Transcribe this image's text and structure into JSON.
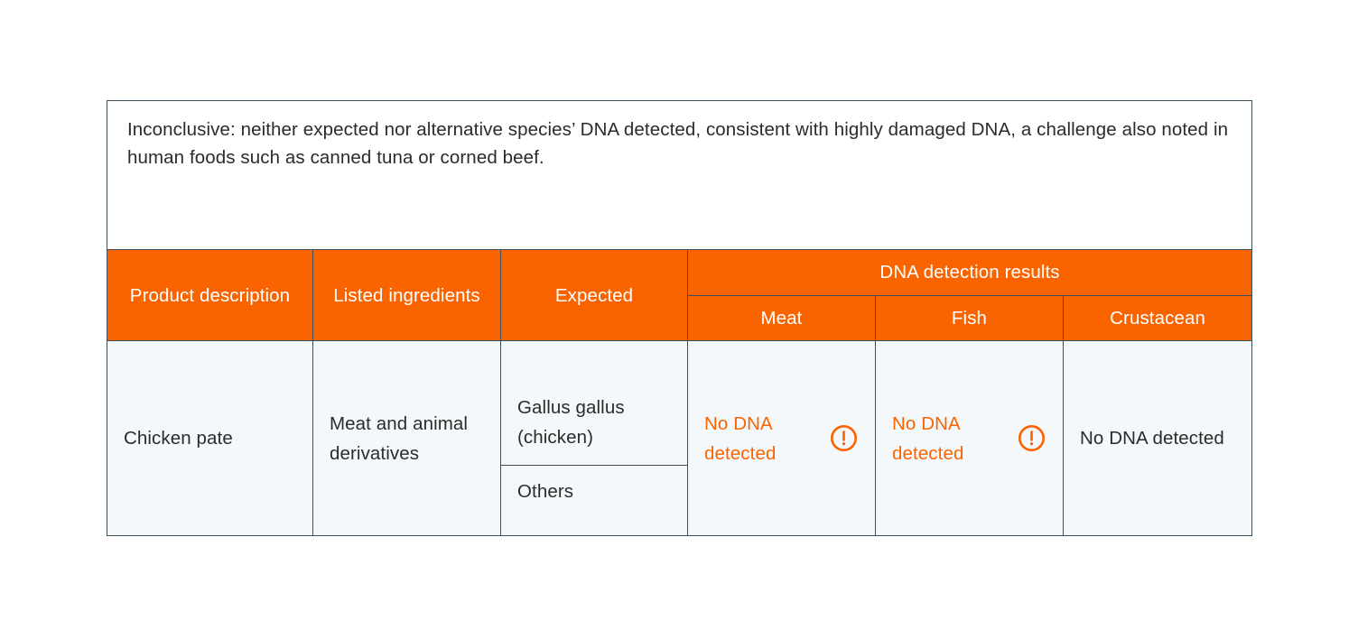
{
  "table": {
    "caption": "Inconclusive: neither expected nor alternative species’ DNA detected, consistent with highly damaged DNA, a challenge also noted in human foods such as canned tuna or corned beef.",
    "headers": {
      "product_description": "Product description",
      "listed_ingredients": "Listed ingredients",
      "expected": "Expected",
      "results_group": "DNA detection results",
      "meat": "Meat",
      "fish": "Fish",
      "crustacean": "Crustacean"
    },
    "row": {
      "product_description": "Chicken pate",
      "listed_ingredients": "Meat and animal derivatives",
      "expected_primary": "Gallus gallus (chicken)",
      "expected_secondary": "Others",
      "meat_result": "No DNA detected",
      "fish_result": "No DNA detected",
      "crustacean_result": "No DNA detected",
      "meat_has_warning": true,
      "fish_has_warning": true,
      "crustacean_has_warning": false
    },
    "icons": {
      "warning": "warning-circle-icon"
    },
    "colors": {
      "header_orange": "#FA6400",
      "alert_orange": "#FA6400",
      "body_background": "#F4F8FA",
      "border": "#3e4f5c",
      "text": "#2b2b2b",
      "header_text": "#ffffff"
    }
  }
}
